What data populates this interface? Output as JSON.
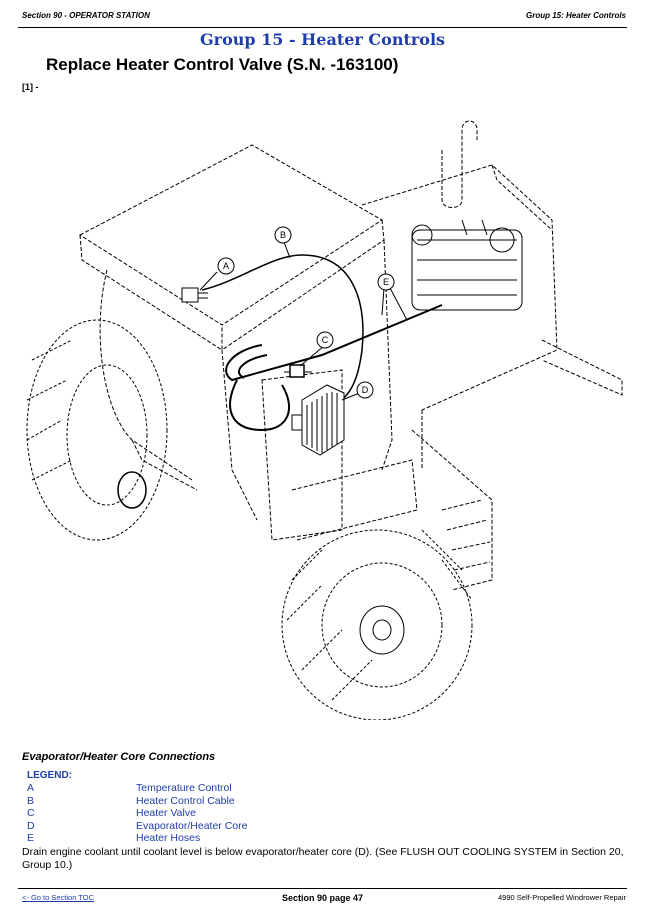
{
  "header": {
    "section": "Section 90 - OPERATOR STATION",
    "group": "Group 15: Heater Controls"
  },
  "group_title": "Group 15 - Heater Controls",
  "procedure_title": "Replace Heater Control Valve (S.N. -163100)",
  "step_number": "[1] -",
  "figure": {
    "callouts": [
      "A",
      "B",
      "C",
      "D",
      "E"
    ]
  },
  "caption": "Evaporator/Heater Core Connections",
  "legend": {
    "heading": "LEGEND:",
    "items": [
      {
        "key": "A",
        "label": "Temperature Control"
      },
      {
        "key": "B",
        "label": "Heater Control Cable"
      },
      {
        "key": "C",
        "label": "Heater Valve"
      },
      {
        "key": "D",
        "label": "Evaporator/Heater Core"
      },
      {
        "key": "E",
        "label": "Heater Hoses"
      }
    ]
  },
  "body_text": "Drain engine coolant until coolant level is below evaporator/heater core (D). (See FLUSH OUT COOLING SYSTEM in Section 20, Group 10.)",
  "footer": {
    "toc_link": "<- Go to Section TOC",
    "page": "Section 90 page 47",
    "manual": "4990 Self-Propelled Windrower Repair"
  }
}
